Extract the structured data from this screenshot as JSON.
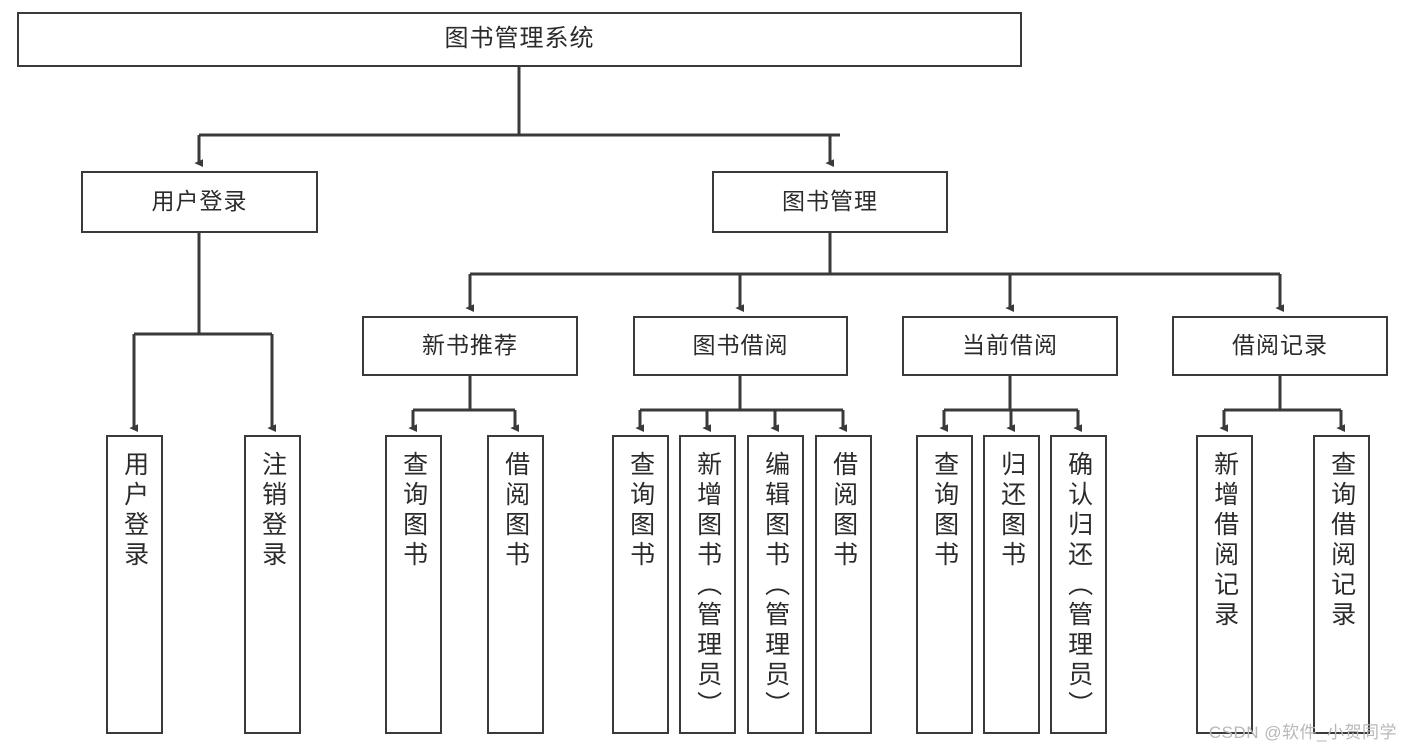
{
  "diagram": {
    "title": "图书管理系统",
    "type": "tree-hierarchy",
    "watermark": "CSDN @软件_小贺同学",
    "colors": {
      "background": "#ffffff",
      "box_border": "#3a3a3a",
      "edge": "#3a3a3a",
      "text": "#2b2b2b",
      "watermark": "#b8b8b8"
    },
    "nodes": {
      "root": {
        "label": "图书管理系统"
      },
      "level2": [
        {
          "id": "user-login",
          "label": "用户登录"
        },
        {
          "id": "book-manage",
          "label": "图书管理"
        }
      ],
      "level3": [
        {
          "id": "new-book-recommend",
          "label": "新书推荐"
        },
        {
          "id": "book-borrow",
          "label": "图书借阅"
        },
        {
          "id": "current-borrow",
          "label": "当前借阅"
        },
        {
          "id": "borrow-record",
          "label": "借阅记录"
        }
      ],
      "leaves": {
        "user-login": [
          {
            "id": "leaf-user-login",
            "label": "用户登录"
          },
          {
            "id": "leaf-logout-login",
            "label": "注销登录"
          }
        ],
        "new-book-recommend": [
          {
            "id": "leaf-query-book-1",
            "label": "查询图书"
          },
          {
            "id": "leaf-borrow-book-1",
            "label": "借阅图书"
          }
        ],
        "book-borrow": [
          {
            "id": "leaf-query-book-2",
            "label": "查询图书"
          },
          {
            "id": "leaf-add-book",
            "label": "新增图书（管理员）"
          },
          {
            "id": "leaf-edit-book",
            "label": "编辑图书（管理员）"
          },
          {
            "id": "leaf-borrow-book-2",
            "label": "借阅图书"
          }
        ],
        "current-borrow": [
          {
            "id": "leaf-query-book-3",
            "label": "查询图书"
          },
          {
            "id": "leaf-return-book",
            "label": "归还图书"
          },
          {
            "id": "leaf-confirm-return",
            "label": "确认归还（管理员）"
          }
        ],
        "borrow-record": [
          {
            "id": "leaf-add-record",
            "label": "新增借阅记录"
          },
          {
            "id": "leaf-query-record",
            "label": "查询借阅记录"
          }
        ]
      }
    }
  }
}
